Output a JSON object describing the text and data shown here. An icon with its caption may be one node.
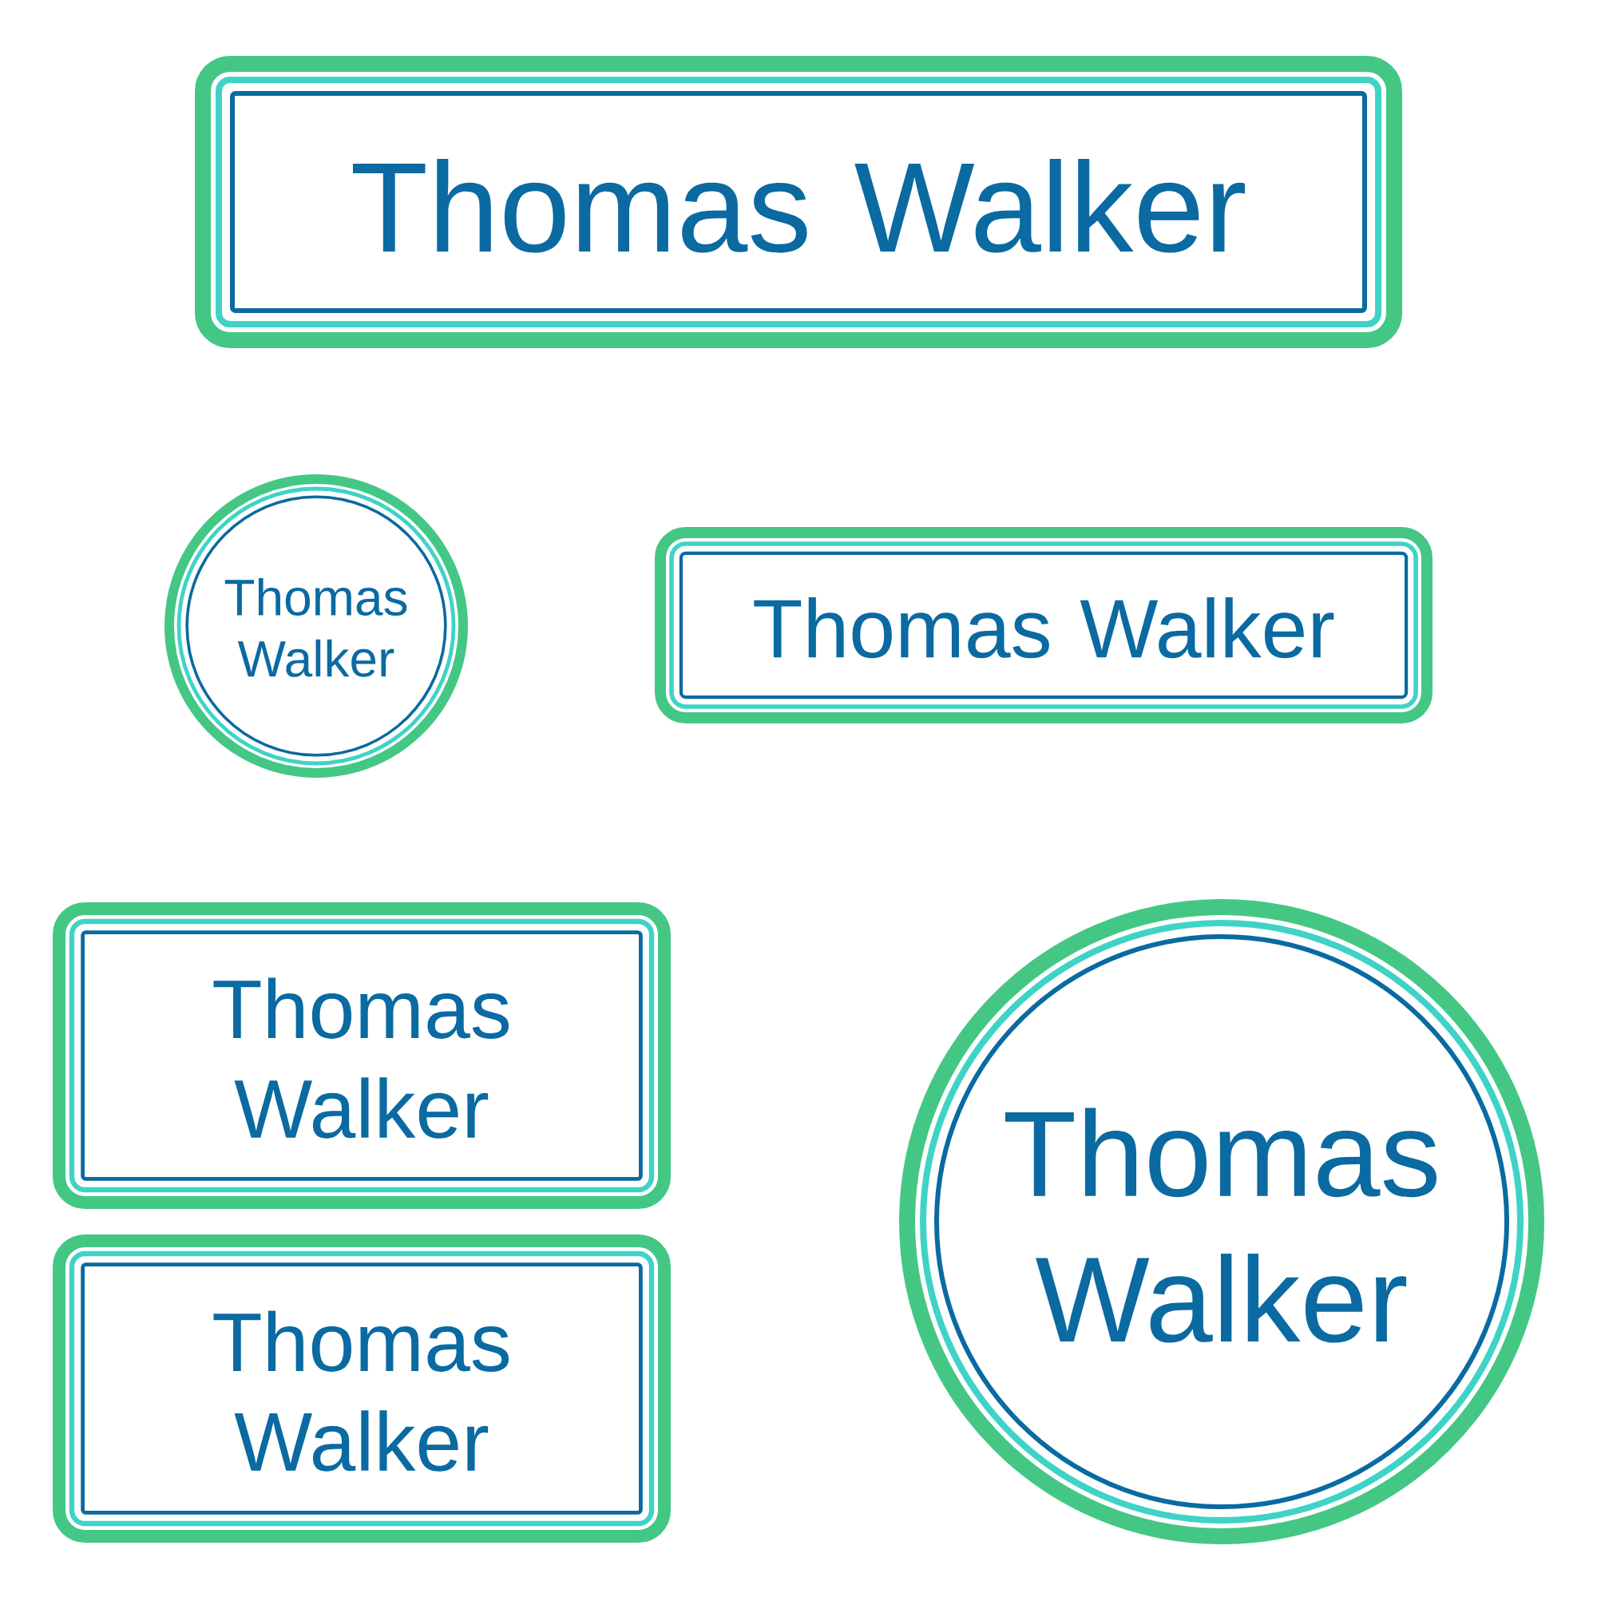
{
  "diagram": {
    "nodes": [
      {
        "text": [
          "Thomas Walker"
        ]
      },
      {
        "text": [
          "Thomas Walker"
        ]
      },
      {
        "text": [
          "Thomas Walker"
        ]
      },
      {
        "text": [
          "Thomas Walker"
        ]
      },
      {
        "text": [
          "Thomas Walker"
        ]
      },
      {
        "text": [
          "Thomas Walker"
        ]
      }
    ]
  }
}
